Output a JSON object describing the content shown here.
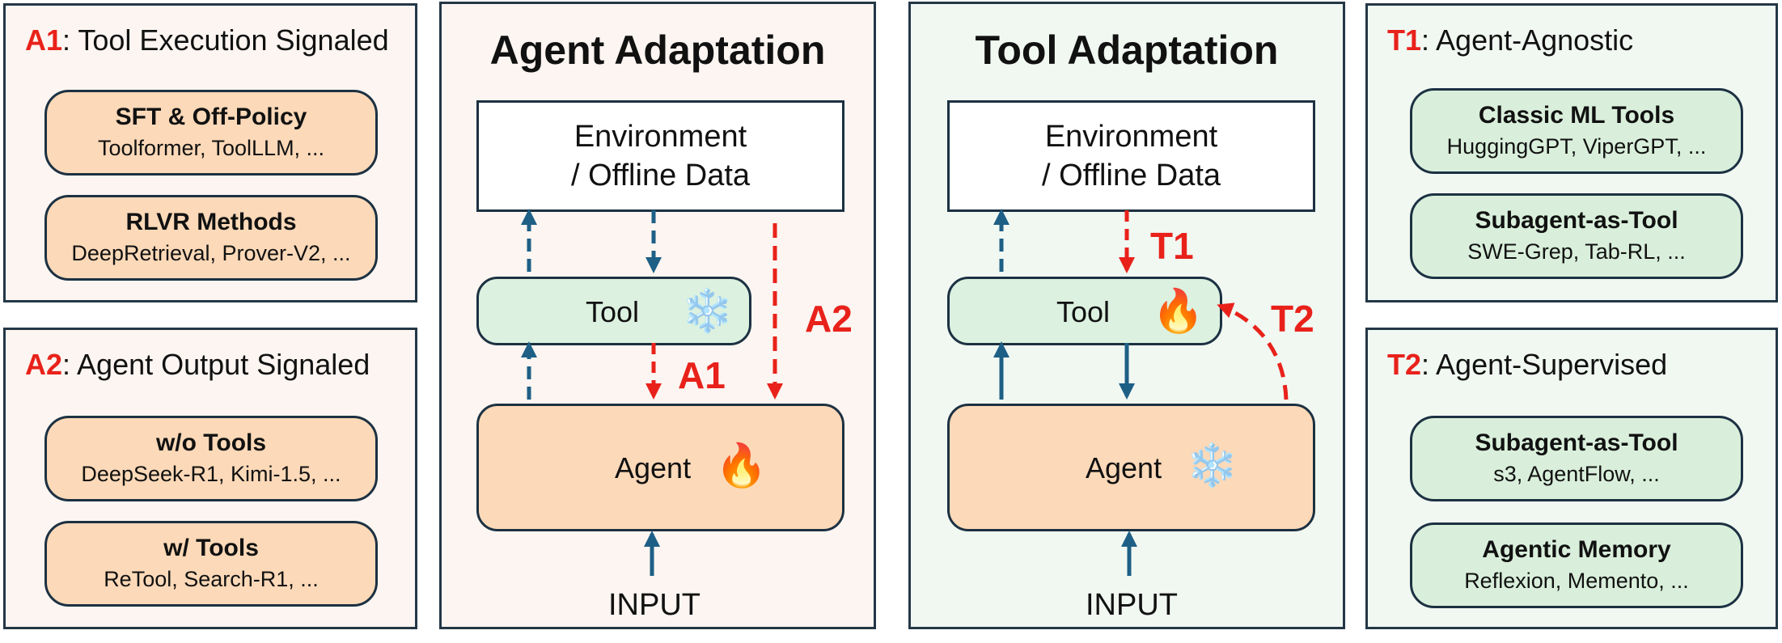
{
  "left_top": {
    "tag": "A1",
    "title": ": Tool Execution Signaled",
    "items": [
      {
        "title": "SFT & Off-Policy",
        "sub": "Toolformer, ToolLLM, ..."
      },
      {
        "title": "RLVR Methods",
        "sub": "DeepRetrieval, Prover-V2, ..."
      }
    ]
  },
  "left_bottom": {
    "tag": "A2",
    "title": ": Agent Output Signaled",
    "items": [
      {
        "title": "w/o Tools",
        "sub": "DeepSeek-R1, Kimi-1.5, ..."
      },
      {
        "title": "w/ Tools",
        "sub": "ReTool, Search-R1, ..."
      }
    ]
  },
  "agent_adaptation": {
    "title": "Agent Adaptation",
    "env_line1": "Environment",
    "env_line2": "/ Offline Data",
    "tool_label": "Tool",
    "tool_icon": "❄️",
    "agent_label": "Agent",
    "agent_icon": "🔥",
    "label_a1": "A1",
    "label_a2": "A2",
    "input_label": "INPUT"
  },
  "tool_adaptation": {
    "title": "Tool Adaptation",
    "env_line1": "Environment",
    "env_line2": "/ Offline Data",
    "tool_label": "Tool",
    "tool_icon": "🔥",
    "agent_label": "Agent",
    "agent_icon": "❄️",
    "label_t1": "T1",
    "label_t2": "T2",
    "input_label": "INPUT"
  },
  "right_top": {
    "tag": "T1",
    "title": ": Agent-Agnostic",
    "items": [
      {
        "title": "Classic ML Tools",
        "sub": "HuggingGPT, ViperGPT, ..."
      },
      {
        "title": "Subagent-as-Tool",
        "sub": "SWE-Grep, Tab-RL, ..."
      }
    ]
  },
  "right_bottom": {
    "tag": "T2",
    "title": ": Agent-Supervised",
    "items": [
      {
        "title": "Subagent-as-Tool",
        "sub": "s3, AgentFlow, ..."
      },
      {
        "title": "Agentic Memory",
        "sub": "Reflexion, Memento, ..."
      }
    ]
  },
  "colors": {
    "blue_arrow": "#1e5f86",
    "red_arrow": "#e8221b",
    "orange_fill": "#fcd9b8",
    "green_fill": "#d9efdb"
  }
}
